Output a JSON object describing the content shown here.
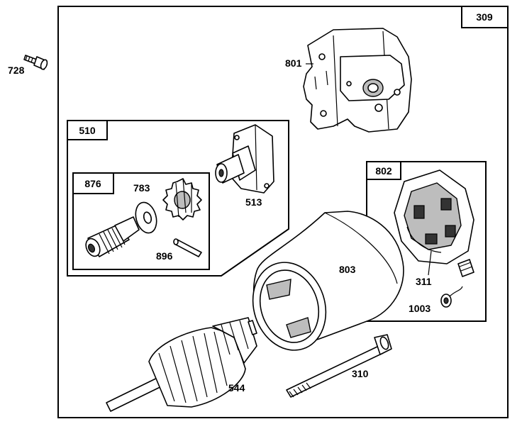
{
  "assembly": {
    "number": "309"
  },
  "kits": {
    "drive_kit": "510",
    "drive_sub": "876",
    "brush_kit": "802"
  },
  "parts": {
    "bolt_small": "728",
    "bracket": "801",
    "gear": "783",
    "end_cap": "513",
    "roll_pin": "896",
    "housing": "803",
    "brush": "311",
    "spring": "1003",
    "armature": "544",
    "through_bolt": "310"
  }
}
